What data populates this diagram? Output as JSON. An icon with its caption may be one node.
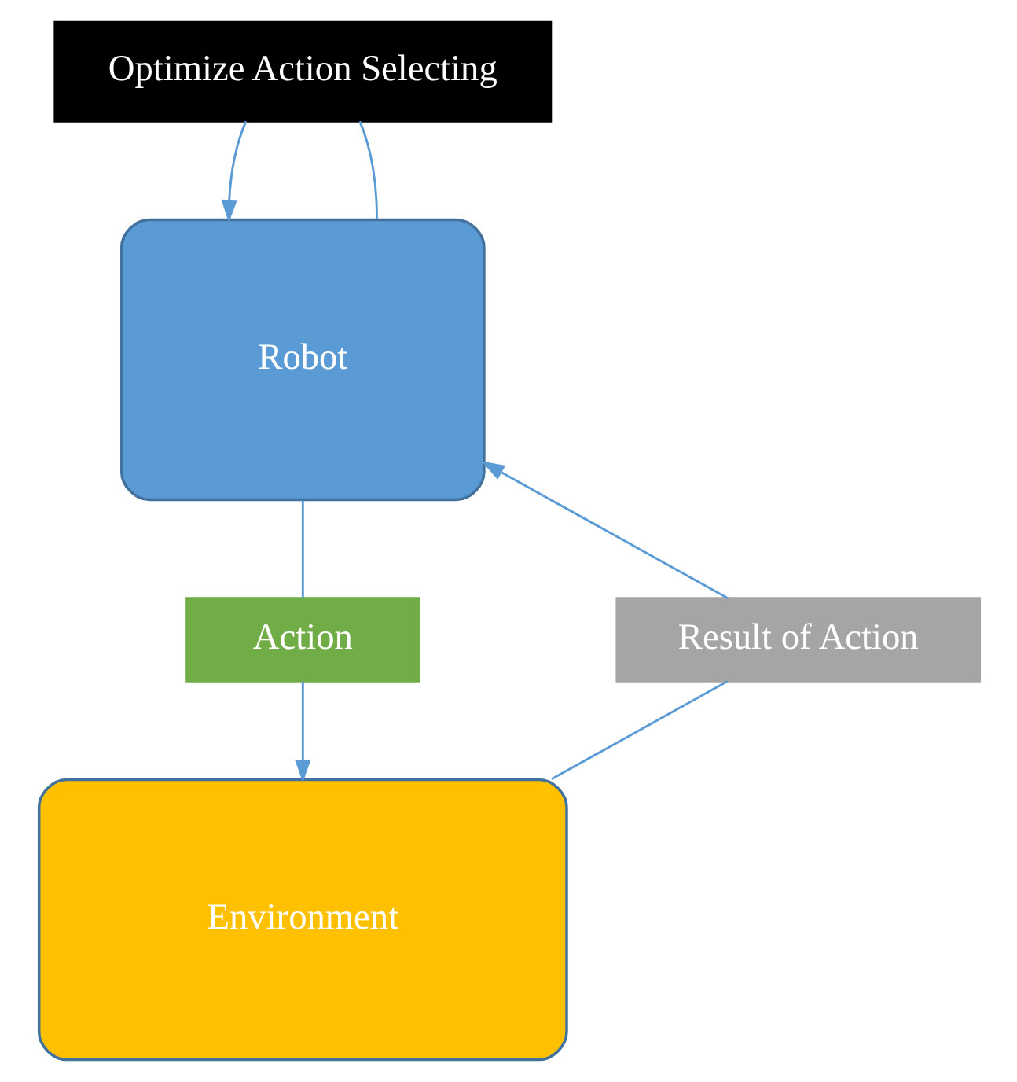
{
  "diagram": {
    "nodes": [
      {
        "text": [
          "Optimize Action Selecting"
        ]
      },
      {
        "text": [
          "Robot"
        ]
      },
      {
        "text": [
          "Result of Action"
        ]
      },
      {
        "text": [
          "Action"
        ]
      },
      {
        "text": [
          "Environment"
        ]
      }
    ],
    "edges": [
      {
        "from": 1,
        "to": 0,
        "arrow": "none"
      },
      {
        "from": 0,
        "to": 1,
        "arrow": "to"
      },
      {
        "from": 1,
        "to": 3,
        "arrow": "none"
      },
      {
        "from": 3,
        "to": 4,
        "arrow": "to"
      },
      {
        "from": 4,
        "to": 2,
        "arrow": "none"
      },
      {
        "from": 2,
        "to": 1,
        "arrow": "to"
      }
    ]
  }
}
